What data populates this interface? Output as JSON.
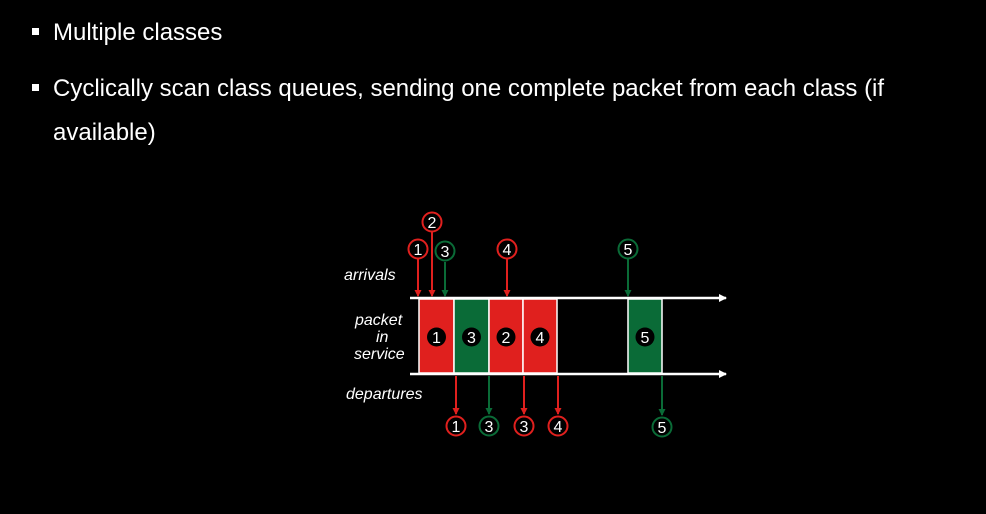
{
  "bullets": [
    {
      "text": "Multiple classes"
    },
    {
      "text": "Cyclically scan class queues, sending one complete packet from each class (if available)"
    }
  ],
  "diagram": {
    "labels": {
      "arrivals": "arrivals",
      "packet_in_service": [
        "packet",
        "in",
        "service"
      ],
      "departures": "departures"
    },
    "colors": {
      "red": "#e0201e",
      "green": "#0a6b37",
      "white": "#ffffff",
      "black": "#000000"
    },
    "arrivals": [
      {
        "label": "1",
        "class": "red"
      },
      {
        "label": "2",
        "class": "red"
      },
      {
        "label": "3",
        "class": "green"
      },
      {
        "label": "4",
        "class": "red"
      },
      {
        "label": "5",
        "class": "green"
      }
    ],
    "service": [
      {
        "label": "1",
        "class": "red"
      },
      {
        "label": "3",
        "class": "green"
      },
      {
        "label": "2",
        "class": "red"
      },
      {
        "label": "4",
        "class": "red"
      },
      {
        "label": "5",
        "class": "green"
      }
    ],
    "departures": [
      {
        "label": "1",
        "class": "red"
      },
      {
        "label": "3",
        "class": "green"
      },
      {
        "label": "3",
        "class": "red"
      },
      {
        "label": "4",
        "class": "red"
      },
      {
        "label": "5",
        "class": "green"
      }
    ]
  }
}
